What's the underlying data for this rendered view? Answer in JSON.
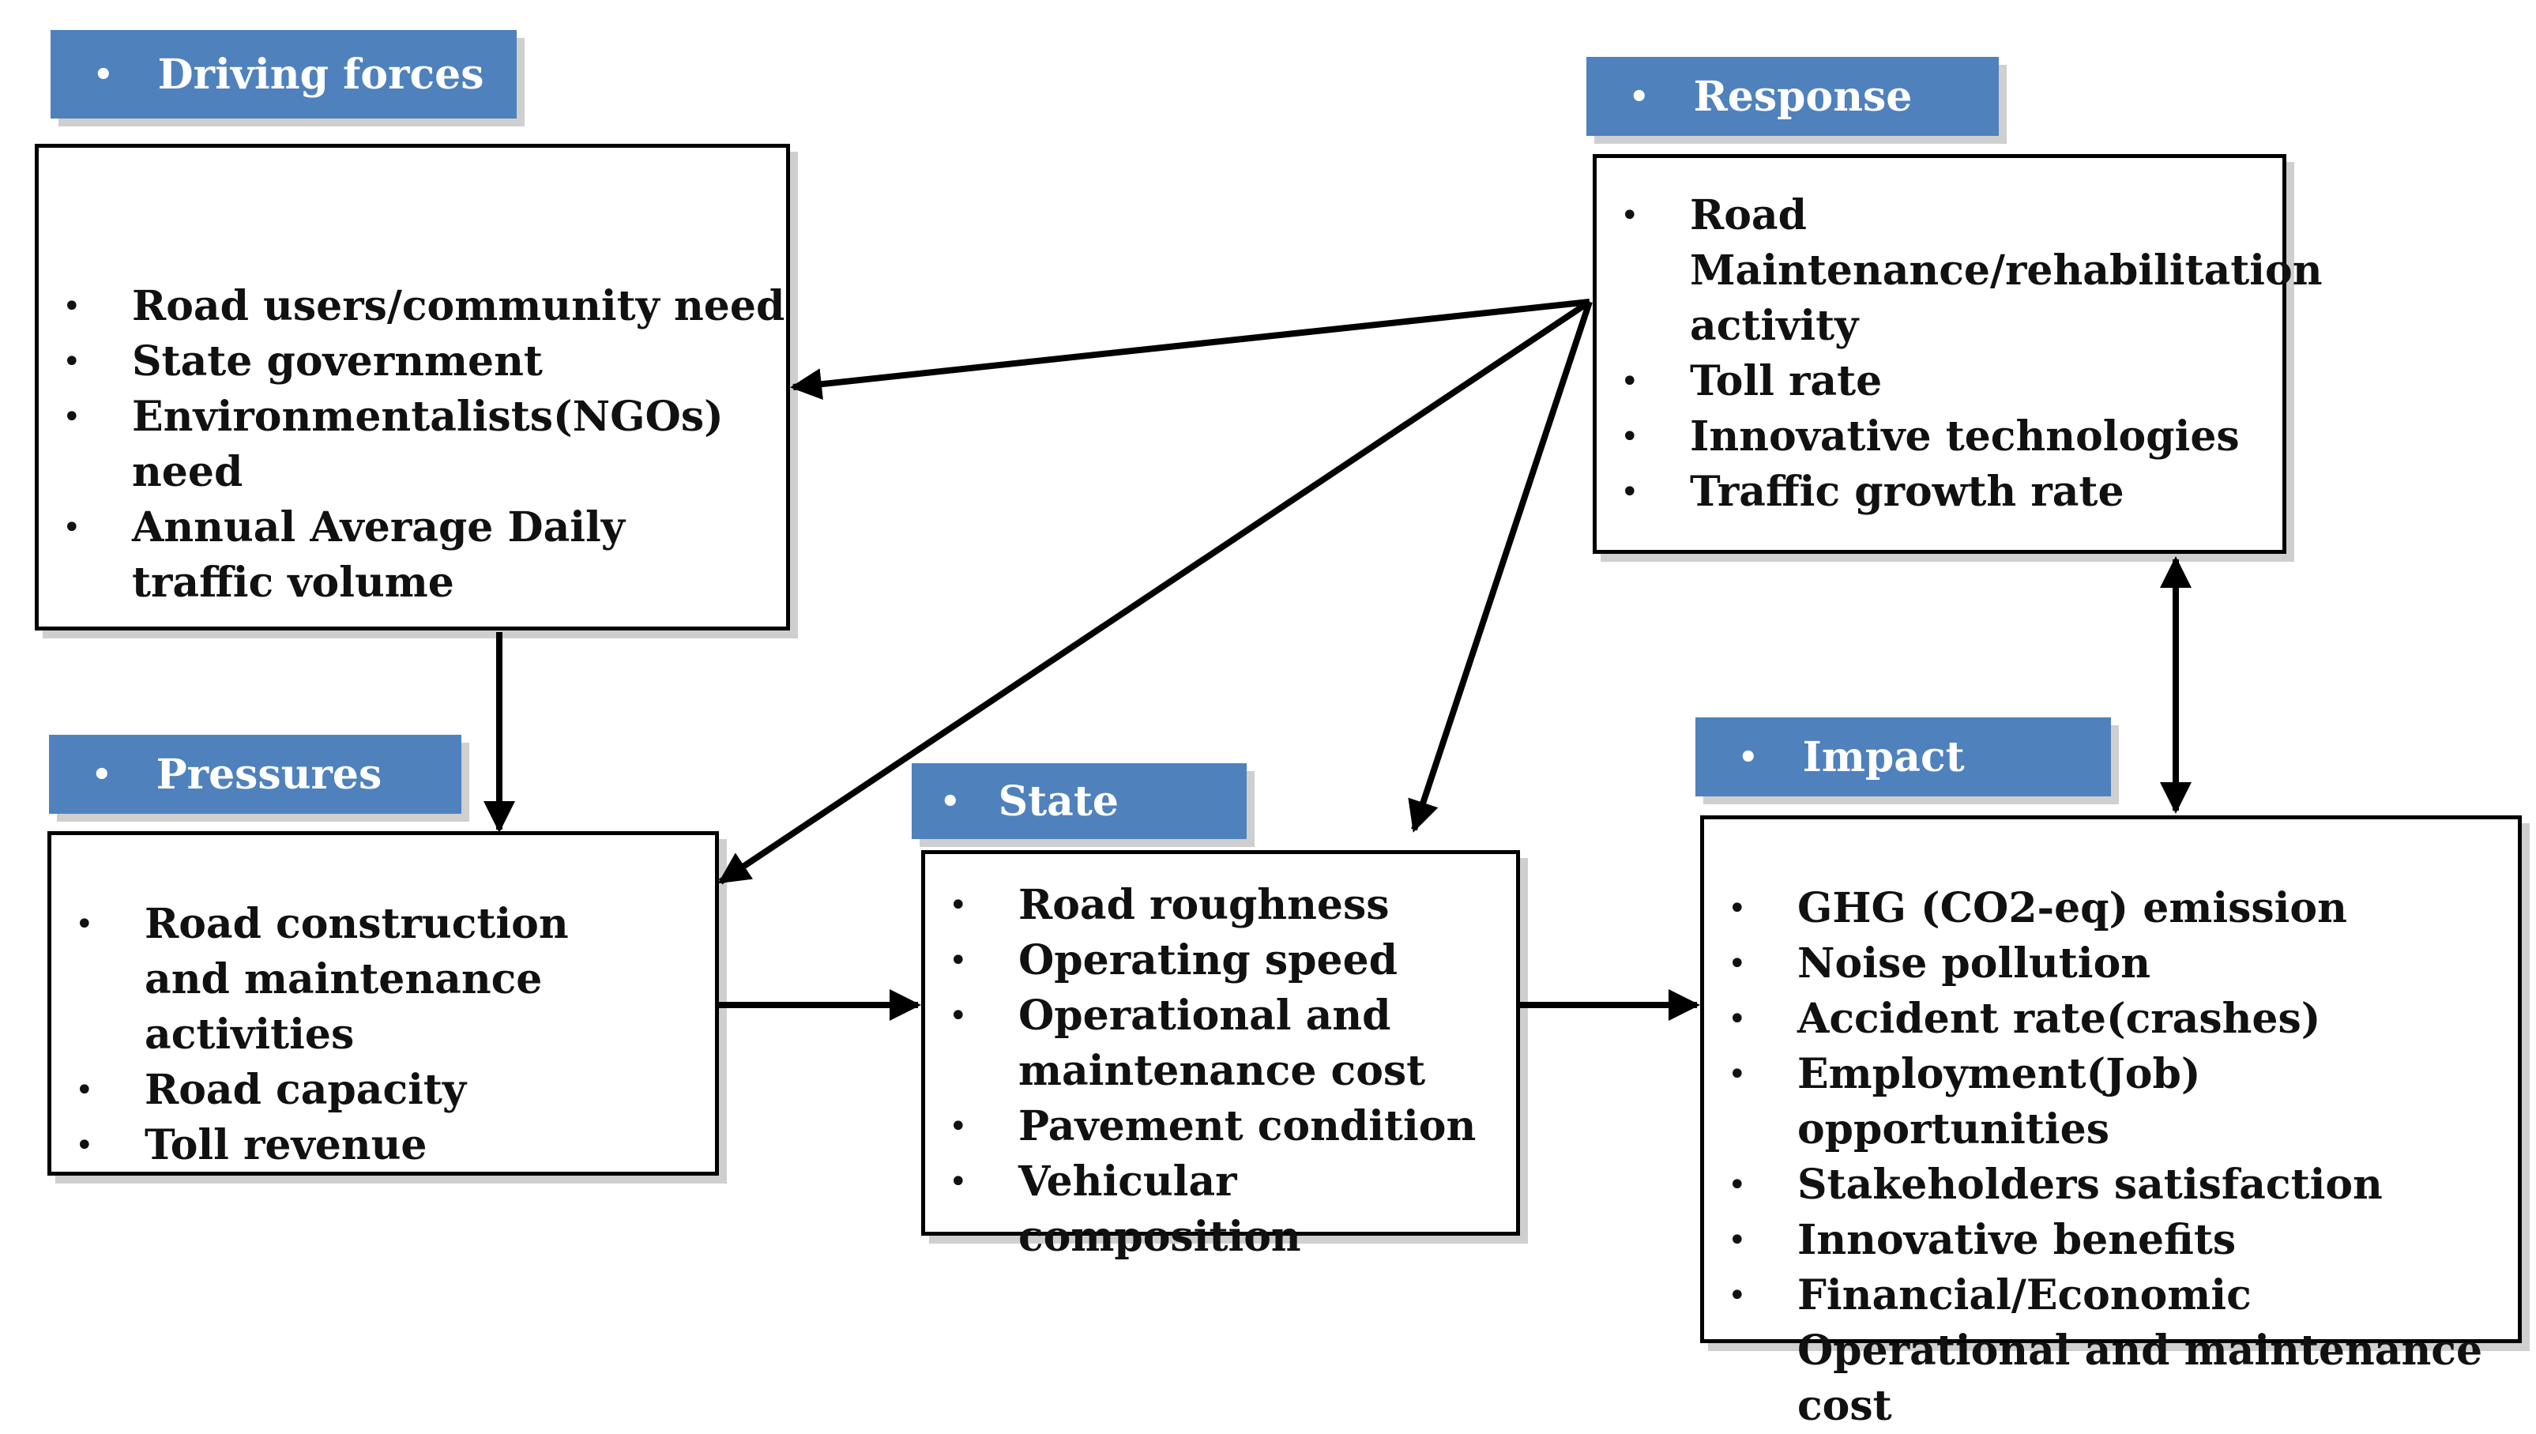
{
  "driving_forces": {
    "header": "Driving forces",
    "items": [
      "Road users/community need",
      "State government",
      "Environmentalists(NGOs) need",
      "Annual Average Daily traffic volume"
    ]
  },
  "response": {
    "header": "Response",
    "items": [
      "Road Maintenance/rehabilitation activity",
      "Toll rate",
      "Innovative technologies",
      "Traffic growth rate"
    ]
  },
  "pressures": {
    "header": "Pressures",
    "items": [
      "Road construction and maintenance activities",
      "Road capacity",
      "Toll revenue"
    ]
  },
  "state": {
    "header": "State",
    "items": [
      "Road roughness",
      "Operating speed",
      "Operational and maintenance cost",
      "Pavement condition",
      "Vehicular composition"
    ]
  },
  "impact": {
    "header": "Impact",
    "items": [
      "GHG (CO2-eq) emission",
      "Noise pollution",
      "Accident rate(crashes)",
      "Employment(Job) opportunities",
      "Stakeholders satisfaction",
      "Innovative benefits",
      "Financial/Economic Operational and maintenance cost"
    ]
  },
  "colors": {
    "header_fill": "#4f81bd",
    "header_text": "#ffffff",
    "border": "#000000"
  }
}
